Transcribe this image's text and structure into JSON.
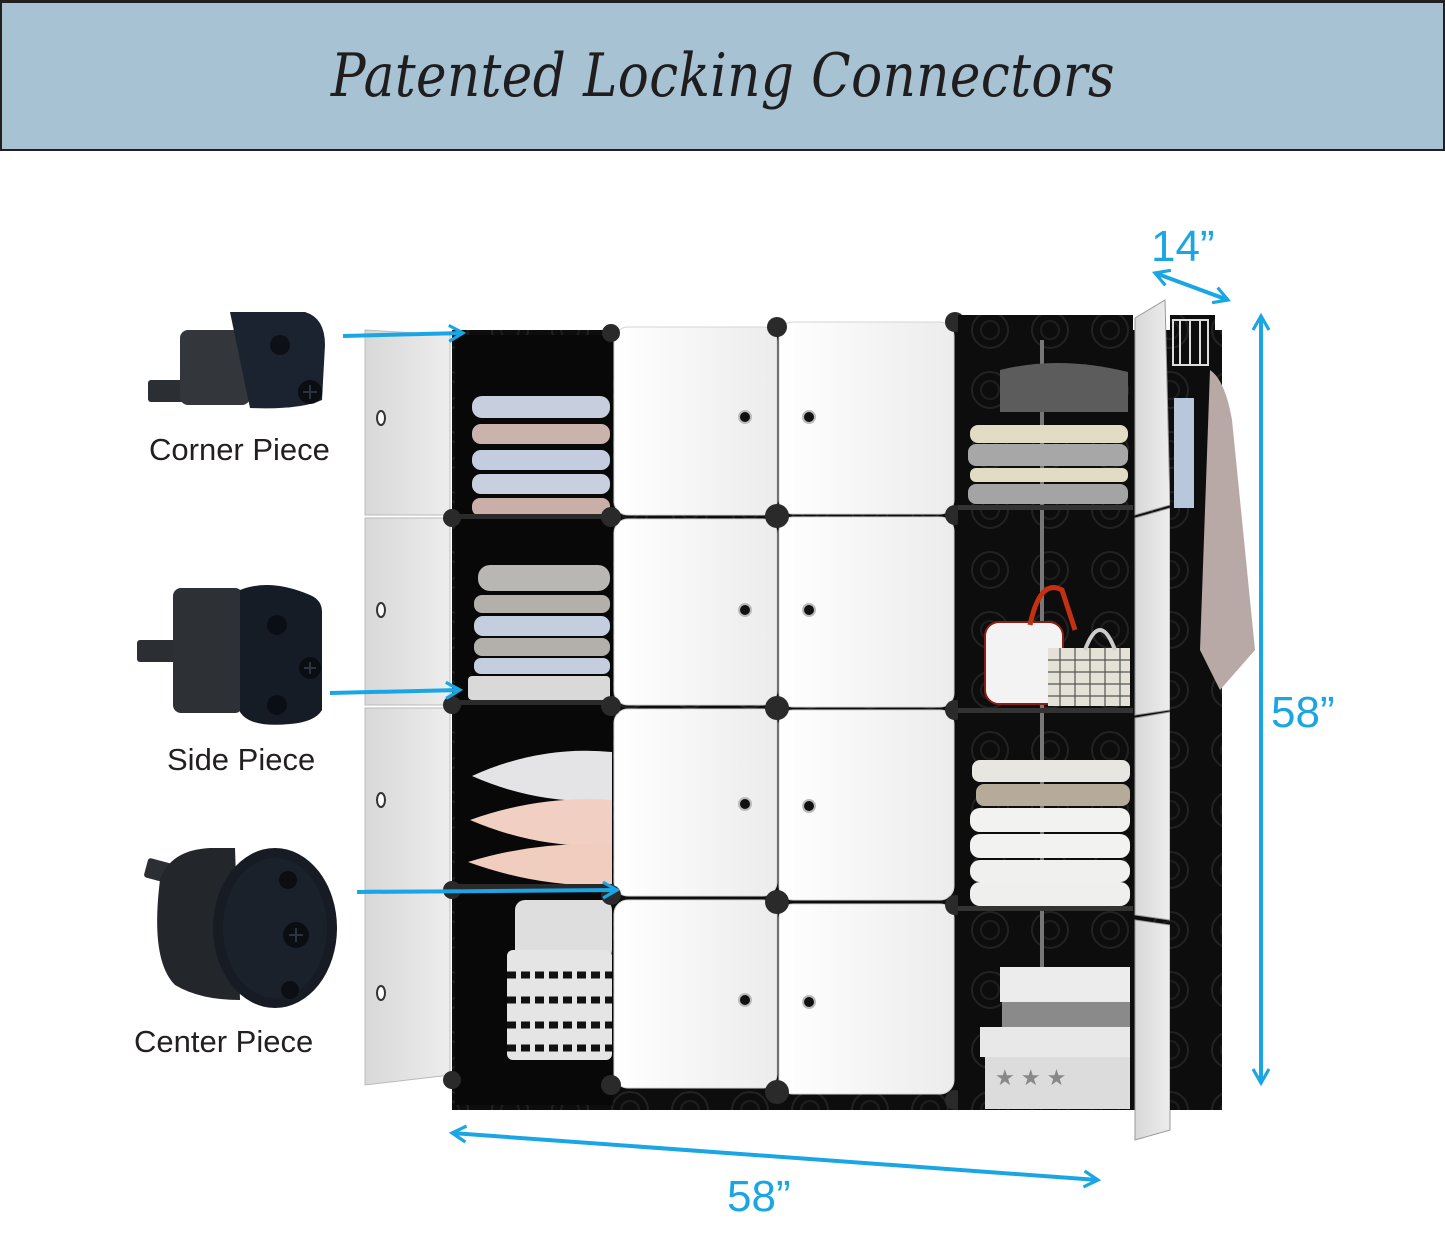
{
  "header": {
    "title": "Patented Locking Connectors",
    "background_color": "#a7c2d3"
  },
  "connector_pieces": [
    {
      "label": "Corner Piece",
      "icon": "corner-connector-icon"
    },
    {
      "label": "Side Piece",
      "icon": "side-connector-icon"
    },
    {
      "label": "Center Piece",
      "icon": "center-connector-icon"
    }
  ],
  "dimensions": {
    "depth": "14”",
    "height": "58”",
    "width": "58”",
    "color": "#1aa6e4"
  },
  "cabinet": {
    "columns": 4,
    "rows": 4,
    "open_columns": [
      "left",
      "right"
    ],
    "door_color": "#f2f2f2",
    "frame_color": "#111111"
  }
}
